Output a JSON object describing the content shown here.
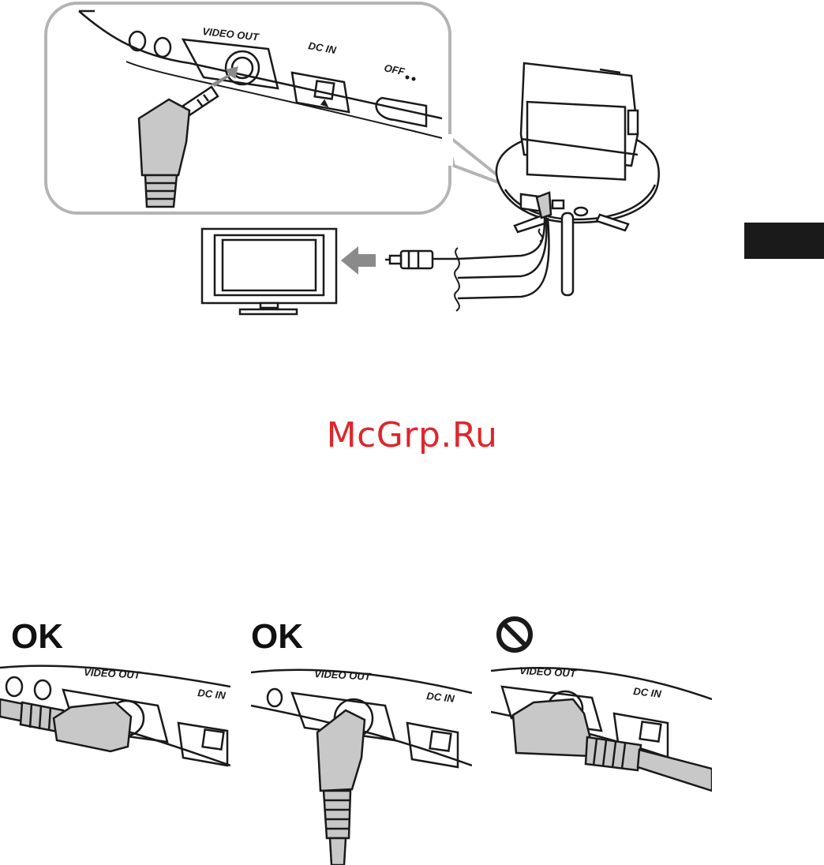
{
  "top_figure": {
    "labels": {
      "video_out": "VIDEO OUT",
      "dc_in": "DC IN",
      "off": "OFF",
      "port_symbol": "⇔"
    }
  },
  "watermark": "McGrp.Ru",
  "panels": [
    {
      "status": "OK",
      "labels": {
        "video_out": "VIDEO OUT",
        "dc_in": "DC IN"
      }
    },
    {
      "status": "OK",
      "labels": {
        "video_out": "VIDEO OUT",
        "dc_in": "DC IN"
      }
    },
    {
      "status": "prohibited-icon",
      "labels": {
        "video_out": "VIDEO OUT",
        "dc_in": "DC IN"
      }
    }
  ],
  "colors": {
    "outline": "#1a1a1a",
    "gray_plug": "#c8c8c8",
    "callout_border": "#b4b4b4",
    "watermark": "#e0262b",
    "arrow": "#8a8a8a"
  }
}
